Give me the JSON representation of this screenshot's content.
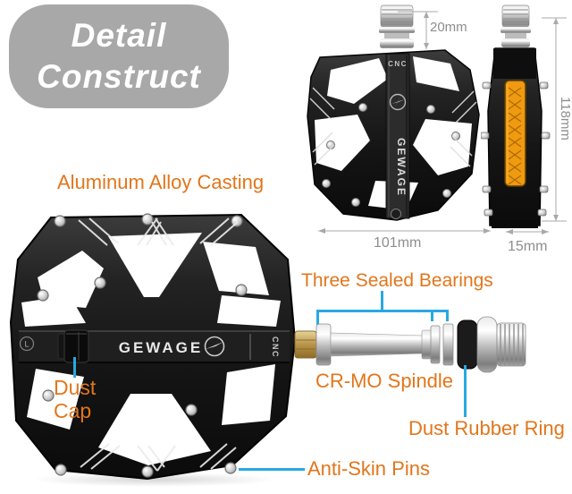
{
  "badge": {
    "line1": "Detail",
    "line2": "Construct"
  },
  "callouts": {
    "aluminum": "Aluminum Alloy Casting",
    "dust_cap": [
      "Dust",
      "Cap"
    ],
    "bearings": "Three Sealed Bearings",
    "spindle": "CR-MO Spindle",
    "rubber_ring": "Dust Rubber Ring",
    "pins": "Anti-Skin Pins"
  },
  "dimensions": {
    "spindle_length": "20mm",
    "pedal_length": "118mm",
    "pedal_width": "101mm",
    "pedal_thickness": "15mm"
  },
  "product": {
    "brand": "GEWAGE",
    "cnc_label": "CNC",
    "side_mark": "L"
  },
  "colors": {
    "label_orange": "#e2761b",
    "callout_cyan": "#29a9e1",
    "badge_gray": "#a8a8a8",
    "dimension_gray": "#8e8e8e",
    "reflector_orange": "#ef9a10",
    "pedal_black": "#161616",
    "chrome_silver": "#c9c9c9",
    "brass": "#b89348"
  }
}
